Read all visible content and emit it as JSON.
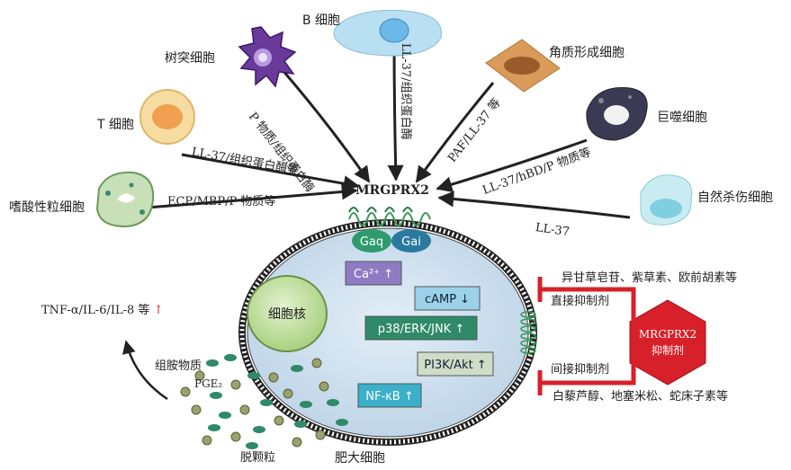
{
  "receptor": {
    "name": "MRGPRX2"
  },
  "cells": {
    "dendritic": "树突细胞",
    "b_cell": "B 细胞",
    "keratinocyte": "角质形成细胞",
    "t_cell": "T 细胞",
    "macrophage": "巨噬细胞",
    "eosinophil": "嗜酸性粒细胞",
    "nk_cell": "自然杀伤细胞",
    "mast_cell": "肥大细胞",
    "nucleus": "细胞核"
  },
  "ligands": {
    "dendritic": "P 物质/组织蛋白酶",
    "b_cell": "LL-37/组织蛋白酶",
    "keratinocyte": "PAF/LL-37 等",
    "t_cell": "LL-37/组织蛋白酶等",
    "macrophage": "LL-37/hBD/P 物质等",
    "eosinophil": "ECP/MBP/P 物质等",
    "nk_cell": "LL-37"
  },
  "g_proteins": {
    "gaq": "Gaq",
    "gai": "Gai"
  },
  "signals": {
    "ca": "Ca²⁺ ↑",
    "camp": "cAMP ↓",
    "mapk": "p38/ERK/JNK ↑",
    "pi3k": "PI3K/Akt ↑",
    "nfkb": "NF-κB ↑"
  },
  "cytokines": {
    "text": "TNF-α/IL-6/IL-8 等",
    "arrow": "↑"
  },
  "mediators": {
    "histamine": "组胺物质",
    "pge2": "PGE₂",
    "degranulation": "脱颗粒"
  },
  "inhibitor": {
    "line1": "MRGPRX2",
    "line2": "抑制剂",
    "direct": "直接抑制剂",
    "indirect": "间接抑制剂",
    "direct_examples": "异甘草皂苷、紫草素、欧前胡素等",
    "indirect_examples": "白藜芦醇、地塞米松、蛇床子素等"
  },
  "colors": {
    "membrane": "#333333",
    "cytoplasm": "#cfe0ee",
    "nucleus": "#c8e3a8",
    "granule_green": "#2e8a68",
    "granule_olive": "#9aa070",
    "inhibitor_red": "#d8202a",
    "gaq": "#2f9a6e",
    "gai": "#2a7aa0",
    "ca_box": "#8e7bc3",
    "camp_box": "#9bd2ea",
    "mapk_box": "#2e8a68",
    "pi3k_box": "#cfdcc8",
    "nfkb_box": "#3ab0c9"
  }
}
